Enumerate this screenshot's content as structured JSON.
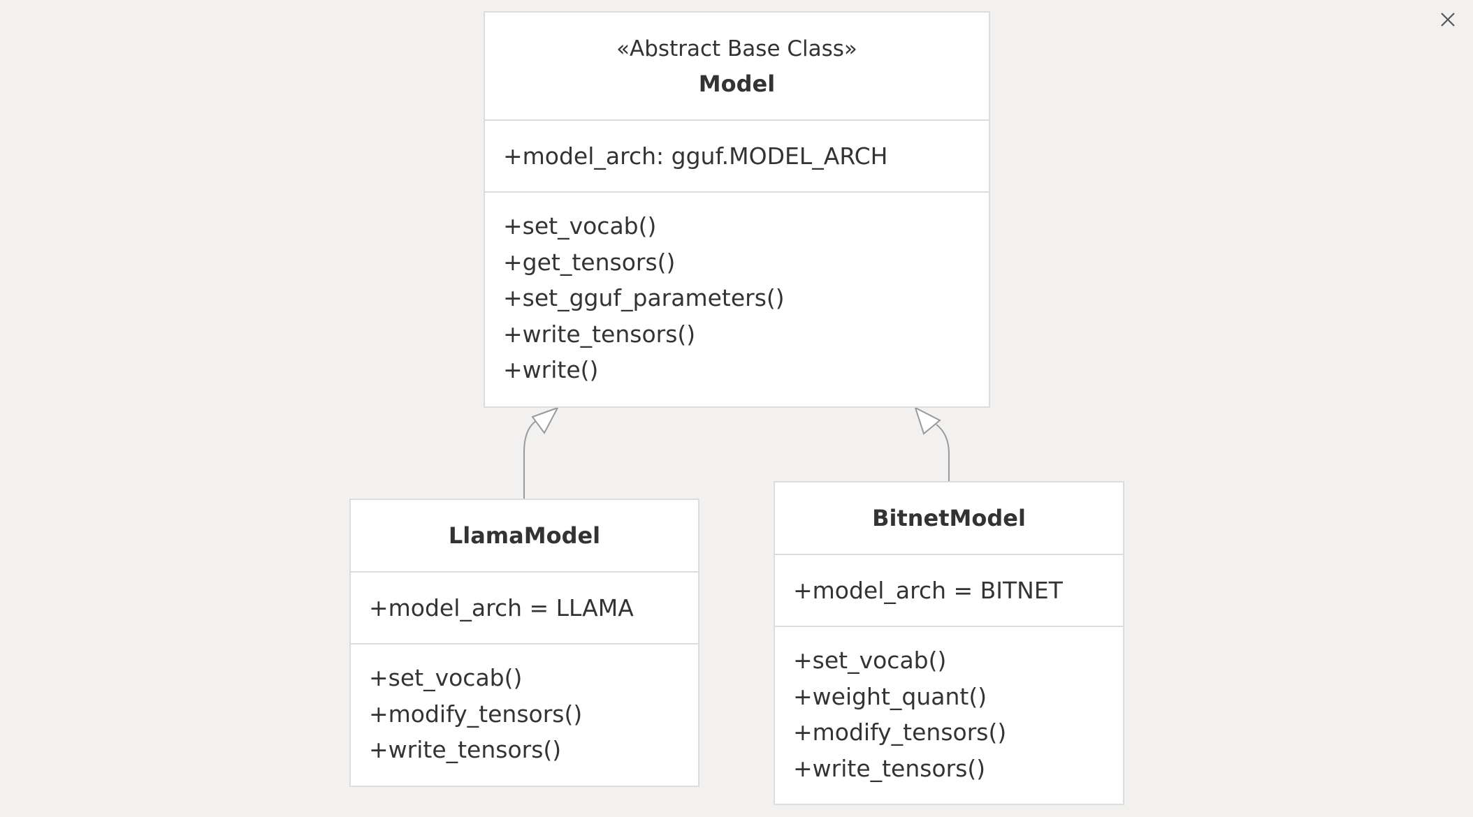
{
  "diagram": {
    "classes": [
      {
        "id": "model",
        "stereotype": "«Abstract Base Class»",
        "name": "Model",
        "attributes": [
          "+model_arch: gguf.MODEL_ARCH"
        ],
        "methods": [
          "+set_vocab()",
          "+get_tensors()",
          "+set_gguf_parameters()",
          "+write_tensors()",
          "+write()"
        ]
      },
      {
        "id": "llama",
        "name": "LlamaModel",
        "attributes": [
          "+model_arch = LLAMA"
        ],
        "methods": [
          "+set_vocab()",
          "+modify_tensors()",
          "+write_tensors()"
        ]
      },
      {
        "id": "bitnet",
        "name": "BitnetModel",
        "attributes": [
          "+model_arch = BITNET"
        ],
        "methods": [
          "+set_vocab()",
          "+weight_quant()",
          "+modify_tensors()",
          "+write_tensors()"
        ]
      }
    ],
    "relations": [
      {
        "from": "LlamaModel",
        "to": "Model",
        "type": "inheritance"
      },
      {
        "from": "BitnetModel",
        "to": "Model",
        "type": "inheritance"
      }
    ]
  },
  "colors": {
    "background": "#f2f1f0",
    "box_fill": "#ffffff",
    "box_border": "#dcdcdc",
    "edge": "#999999",
    "text": "#333333"
  },
  "icons": {
    "close": "close-icon"
  }
}
